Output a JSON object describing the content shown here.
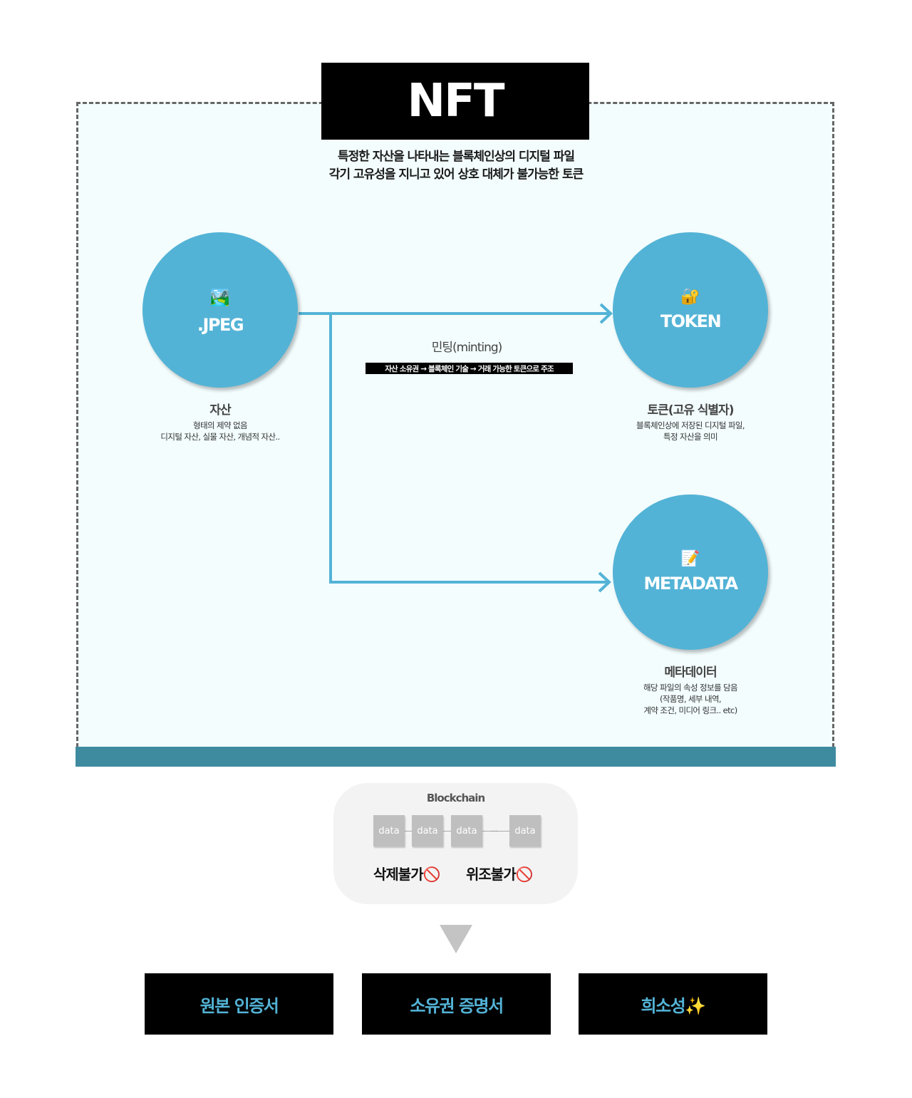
{
  "header": {
    "title": "NFT",
    "subtitle": [
      "특정한 자산을 나타내는 블록체인상의 디지털 파일",
      "각기 고유성을 지니고 있어 상호 대체가 불가능한 토큰"
    ]
  },
  "nodes": {
    "jpeg": {
      "icon": "picture-icon",
      "emoji": "🏞️",
      "label": ".JPEG",
      "caption_title": "자산",
      "caption_lines": [
        "형태의 제약 없음",
        "디지털 자산, 실물 자산, 개념적 자산.."
      ]
    },
    "token": {
      "icon": "lock-key-icon",
      "emoji": "🔐",
      "label": "TOKEN",
      "caption_title": "토큰(고유 식별자)",
      "caption_lines": [
        "블록체인상에 저장된 디지털 파일,",
        "특정 자산을 의미"
      ]
    },
    "metadata": {
      "icon": "memo-icon",
      "emoji": "📝",
      "label": "METADATA",
      "caption_title": "메타데이터",
      "caption_lines": [
        "해당 파일의 속성 정보를 담음",
        "(작품명, 세부 내역,",
        "계약 조건, 미디어 링크.. etc)"
      ]
    }
  },
  "minting": {
    "title": "민팅(minting)",
    "description": "자산 소유권 → 블록체인 기술 → 거래 가능한 토큰으로 주조"
  },
  "blockchain": {
    "title": "Blockchain",
    "blocks": [
      "data",
      "data",
      "data",
      "data"
    ],
    "ellipsis": "...",
    "flags": [
      "삭제불가🚫",
      "위조불가🚫"
    ]
  },
  "results": [
    "원본 인증서",
    "소유권 증명서",
    "희소성✨"
  ],
  "colors": {
    "accent": "#53b3d6",
    "bar": "#3e8ba0",
    "frame_bg": "#f3fdfe",
    "block": "#bfbfbf"
  }
}
